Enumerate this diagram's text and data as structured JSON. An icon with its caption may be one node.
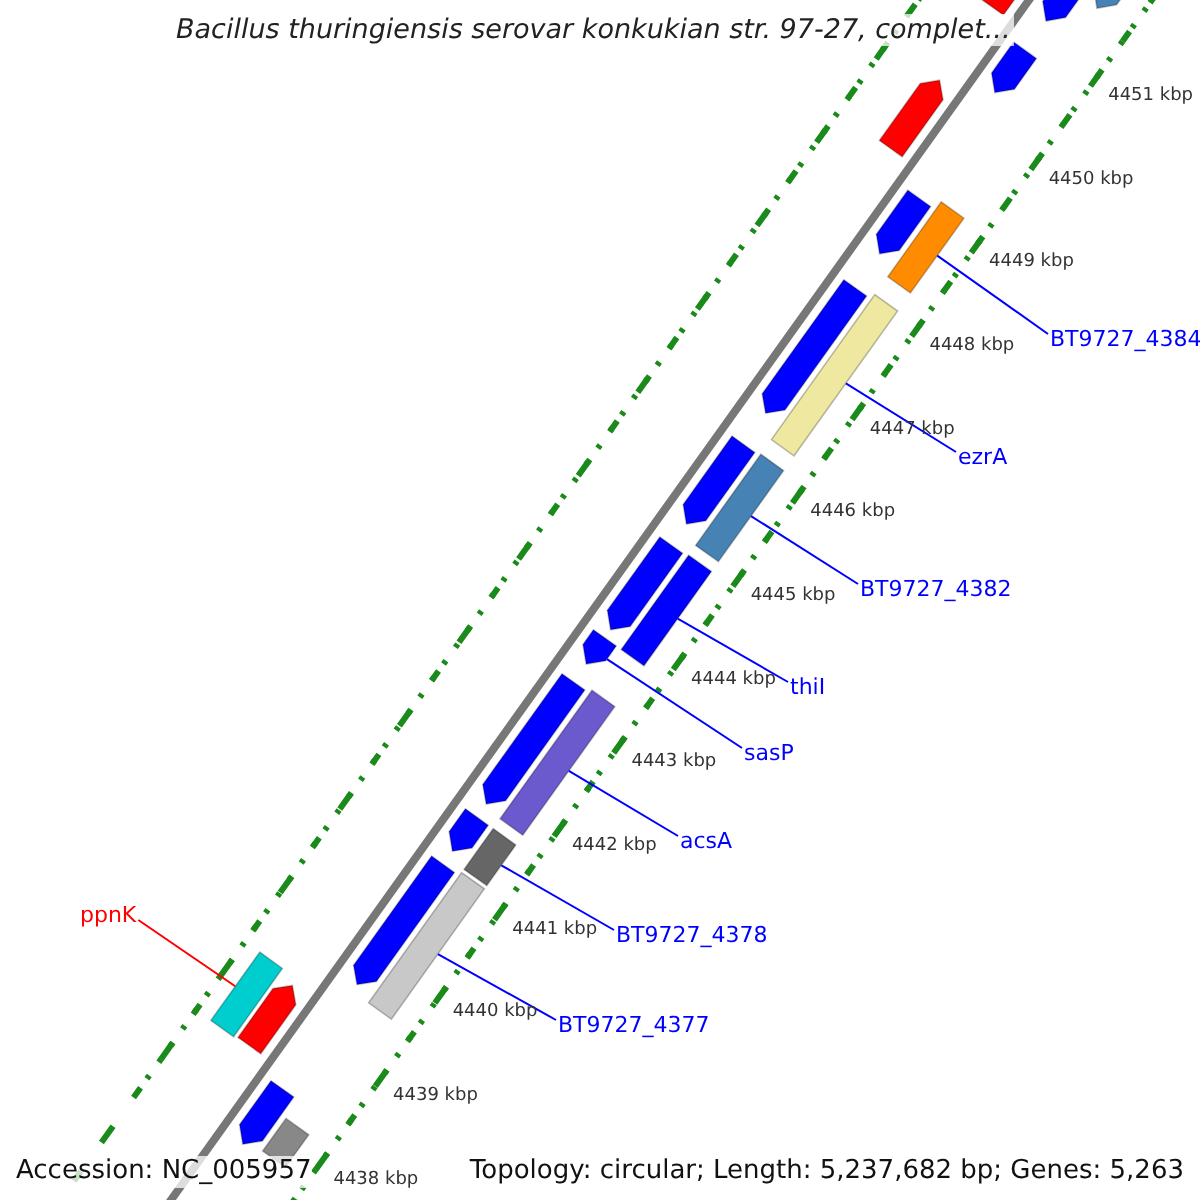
{
  "diagram": {
    "title": "Bacillus thuringiensis serovar konkukian str. 97-27, complet...",
    "nodes": [
      {
        "text": [
          "BT9727_4384"
        ]
      },
      {
        "text": [
          "ezrA"
        ]
      },
      {
        "text": [
          "BT9727_4382"
        ]
      },
      {
        "text": [
          "thiI"
        ]
      },
      {
        "text": [
          "sasP"
        ]
      },
      {
        "text": [
          "acsA"
        ]
      },
      {
        "text": [
          "BT9727_4378"
        ]
      },
      {
        "text": [
          "BT9727_4377"
        ]
      },
      {
        "text": [
          "ppnK"
        ]
      },
      {
        "text": [],
        "shape": "bar"
      },
      {
        "text": [],
        "shape": "bar"
      },
      {
        "text": [],
        "shape": "bar"
      },
      {
        "text": [],
        "shape": "bar"
      },
      {
        "text": [],
        "shape": "bar"
      },
      {
        "text": [],
        "shape": "bar"
      },
      {
        "text": [],
        "shape": "bar"
      },
      {
        "text": [],
        "shape": "bar"
      },
      {
        "text": [],
        "shape": "bar"
      },
      {
        "text": [],
        "shape": "bar"
      },
      {
        "text": [],
        "shape": "bar"
      },
      {
        "text": [],
        "shape": "bar"
      },
      {
        "text": [],
        "shape": "bar"
      },
      {
        "text": [],
        "shape": "bar"
      },
      {
        "text": [],
        "shape": "bar"
      },
      {
        "text": [],
        "shape": "bar"
      },
      {
        "text": [],
        "shape": "bar"
      },
      {
        "text": [],
        "shape": "bar"
      },
      {
        "text": [],
        "shape": "bar"
      },
      {
        "text": [],
        "shape": "bar"
      },
      {
        "text": [],
        "shape": "bar"
      },
      {
        "text": [],
        "shape": "bar"
      },
      {
        "text": [],
        "shape": "bar"
      },
      {
        "text": [],
        "shape": "bar"
      }
    ],
    "edges": [
      {
        "from": 0,
        "to": 14,
        "arrow": "none"
      },
      {
        "from": 1,
        "to": 17,
        "arrow": "none"
      },
      {
        "from": 2,
        "to": 18,
        "arrow": "none"
      },
      {
        "from": 3,
        "to": 21,
        "arrow": "none"
      },
      {
        "from": 4,
        "to": 22,
        "arrow": "none"
      },
      {
        "from": 5,
        "to": 24,
        "arrow": "none"
      },
      {
        "from": 6,
        "to": 26,
        "arrow": "none"
      },
      {
        "from": 7,
        "to": 28,
        "arrow": "none"
      },
      {
        "from": 8,
        "to": 29,
        "arrow": "none",
        "color": "#ff0000"
      }
    ],
    "labels": [
      "4451 kbp",
      "4450 kbp",
      "4449 kbp",
      "4448 kbp",
      "4447 kbp",
      "4446 kbp",
      "4445 kbp",
      "4444 kbp",
      "4443 kbp",
      "4442 kbp",
      "4441 kbp",
      "4440 kbp",
      "4439 kbp",
      "4438 kbp",
      "Accession: NC_005957",
      "Topology: circular; Length: 5,237,682 bp; Genes: 5,263"
    ]
  }
}
